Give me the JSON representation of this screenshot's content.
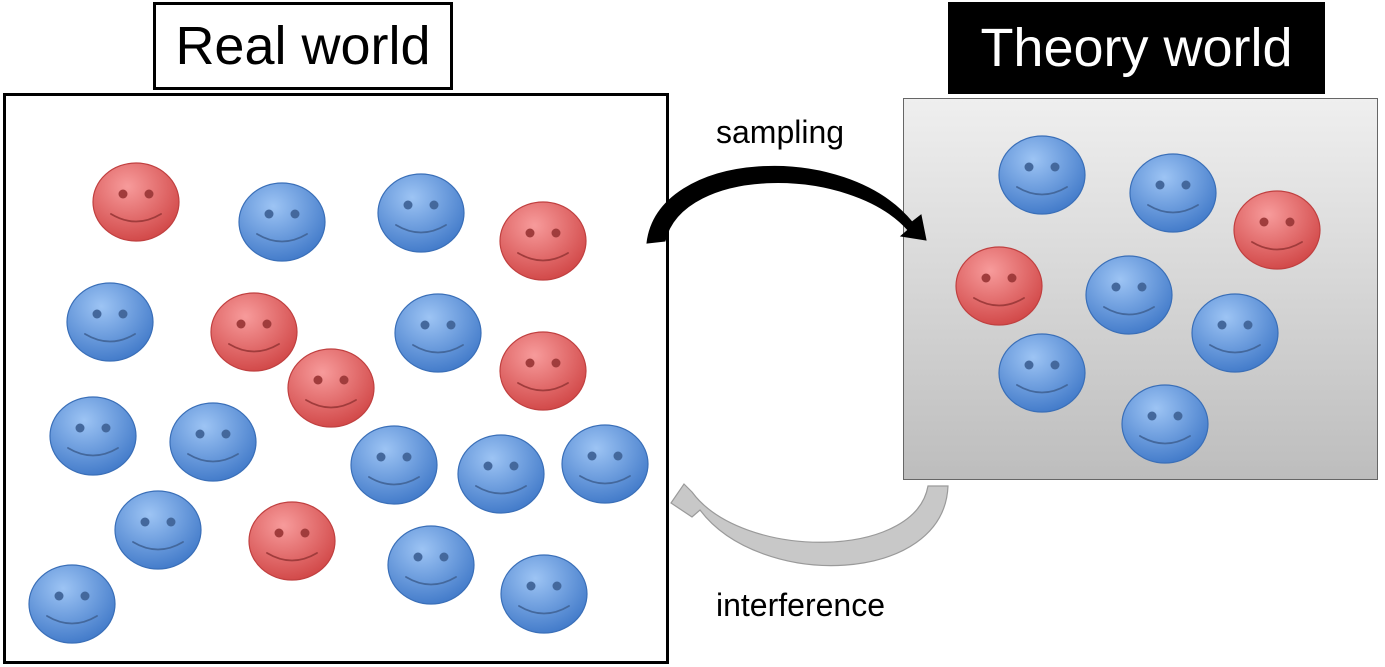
{
  "real_world": {
    "title": "Real world"
  },
  "theory_world": {
    "title": "Theory world"
  },
  "arrows": {
    "top_label": "sampling",
    "bottom_label": "interference"
  },
  "colors": {
    "blue_face": "#5b93de",
    "red_face": "#e35a5a",
    "arrow_top": "#000000",
    "arrow_bottom": "#b8b8b8"
  },
  "faces": {
    "real_world": [
      "red",
      "blue",
      "blue",
      "red",
      "blue",
      "red",
      "blue",
      "red",
      "red",
      "blue",
      "blue",
      "blue",
      "blue",
      "blue",
      "blue",
      "red",
      "blue",
      "blue",
      "blue"
    ],
    "theory_world": [
      "blue",
      "blue",
      "red",
      "red",
      "blue",
      "blue",
      "blue",
      "blue"
    ]
  }
}
